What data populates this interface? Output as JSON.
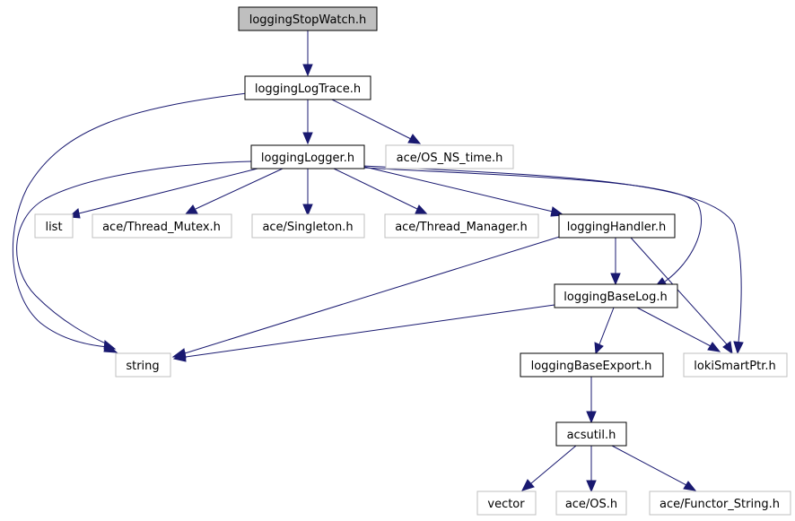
{
  "graph": {
    "nodes": {
      "stopwatch": "loggingStopWatch.h",
      "logtrace": "loggingLogTrace.h",
      "logger": "loggingLogger.h",
      "os_ns_time": "ace/OS_NS_time.h",
      "list": "list",
      "thread_mutex": "ace/Thread_Mutex.h",
      "singleton": "ace/Singleton.h",
      "thread_manager": "ace/Thread_Manager.h",
      "handler": "loggingHandler.h",
      "baselog": "loggingBaseLog.h",
      "string": "string",
      "baseexport": "loggingBaseExport.h",
      "lokismartptr": "lokiSmartPtr.h",
      "acsutil": "acsutil.h",
      "vector": "vector",
      "ace_os": "ace/OS.h",
      "functor_string": "ace/Functor_String.h"
    },
    "colors": {
      "edge": "#191970",
      "root_fill": "#bfbfbf",
      "project_border": "#000000",
      "external_border": "#bfbfbf"
    }
  }
}
